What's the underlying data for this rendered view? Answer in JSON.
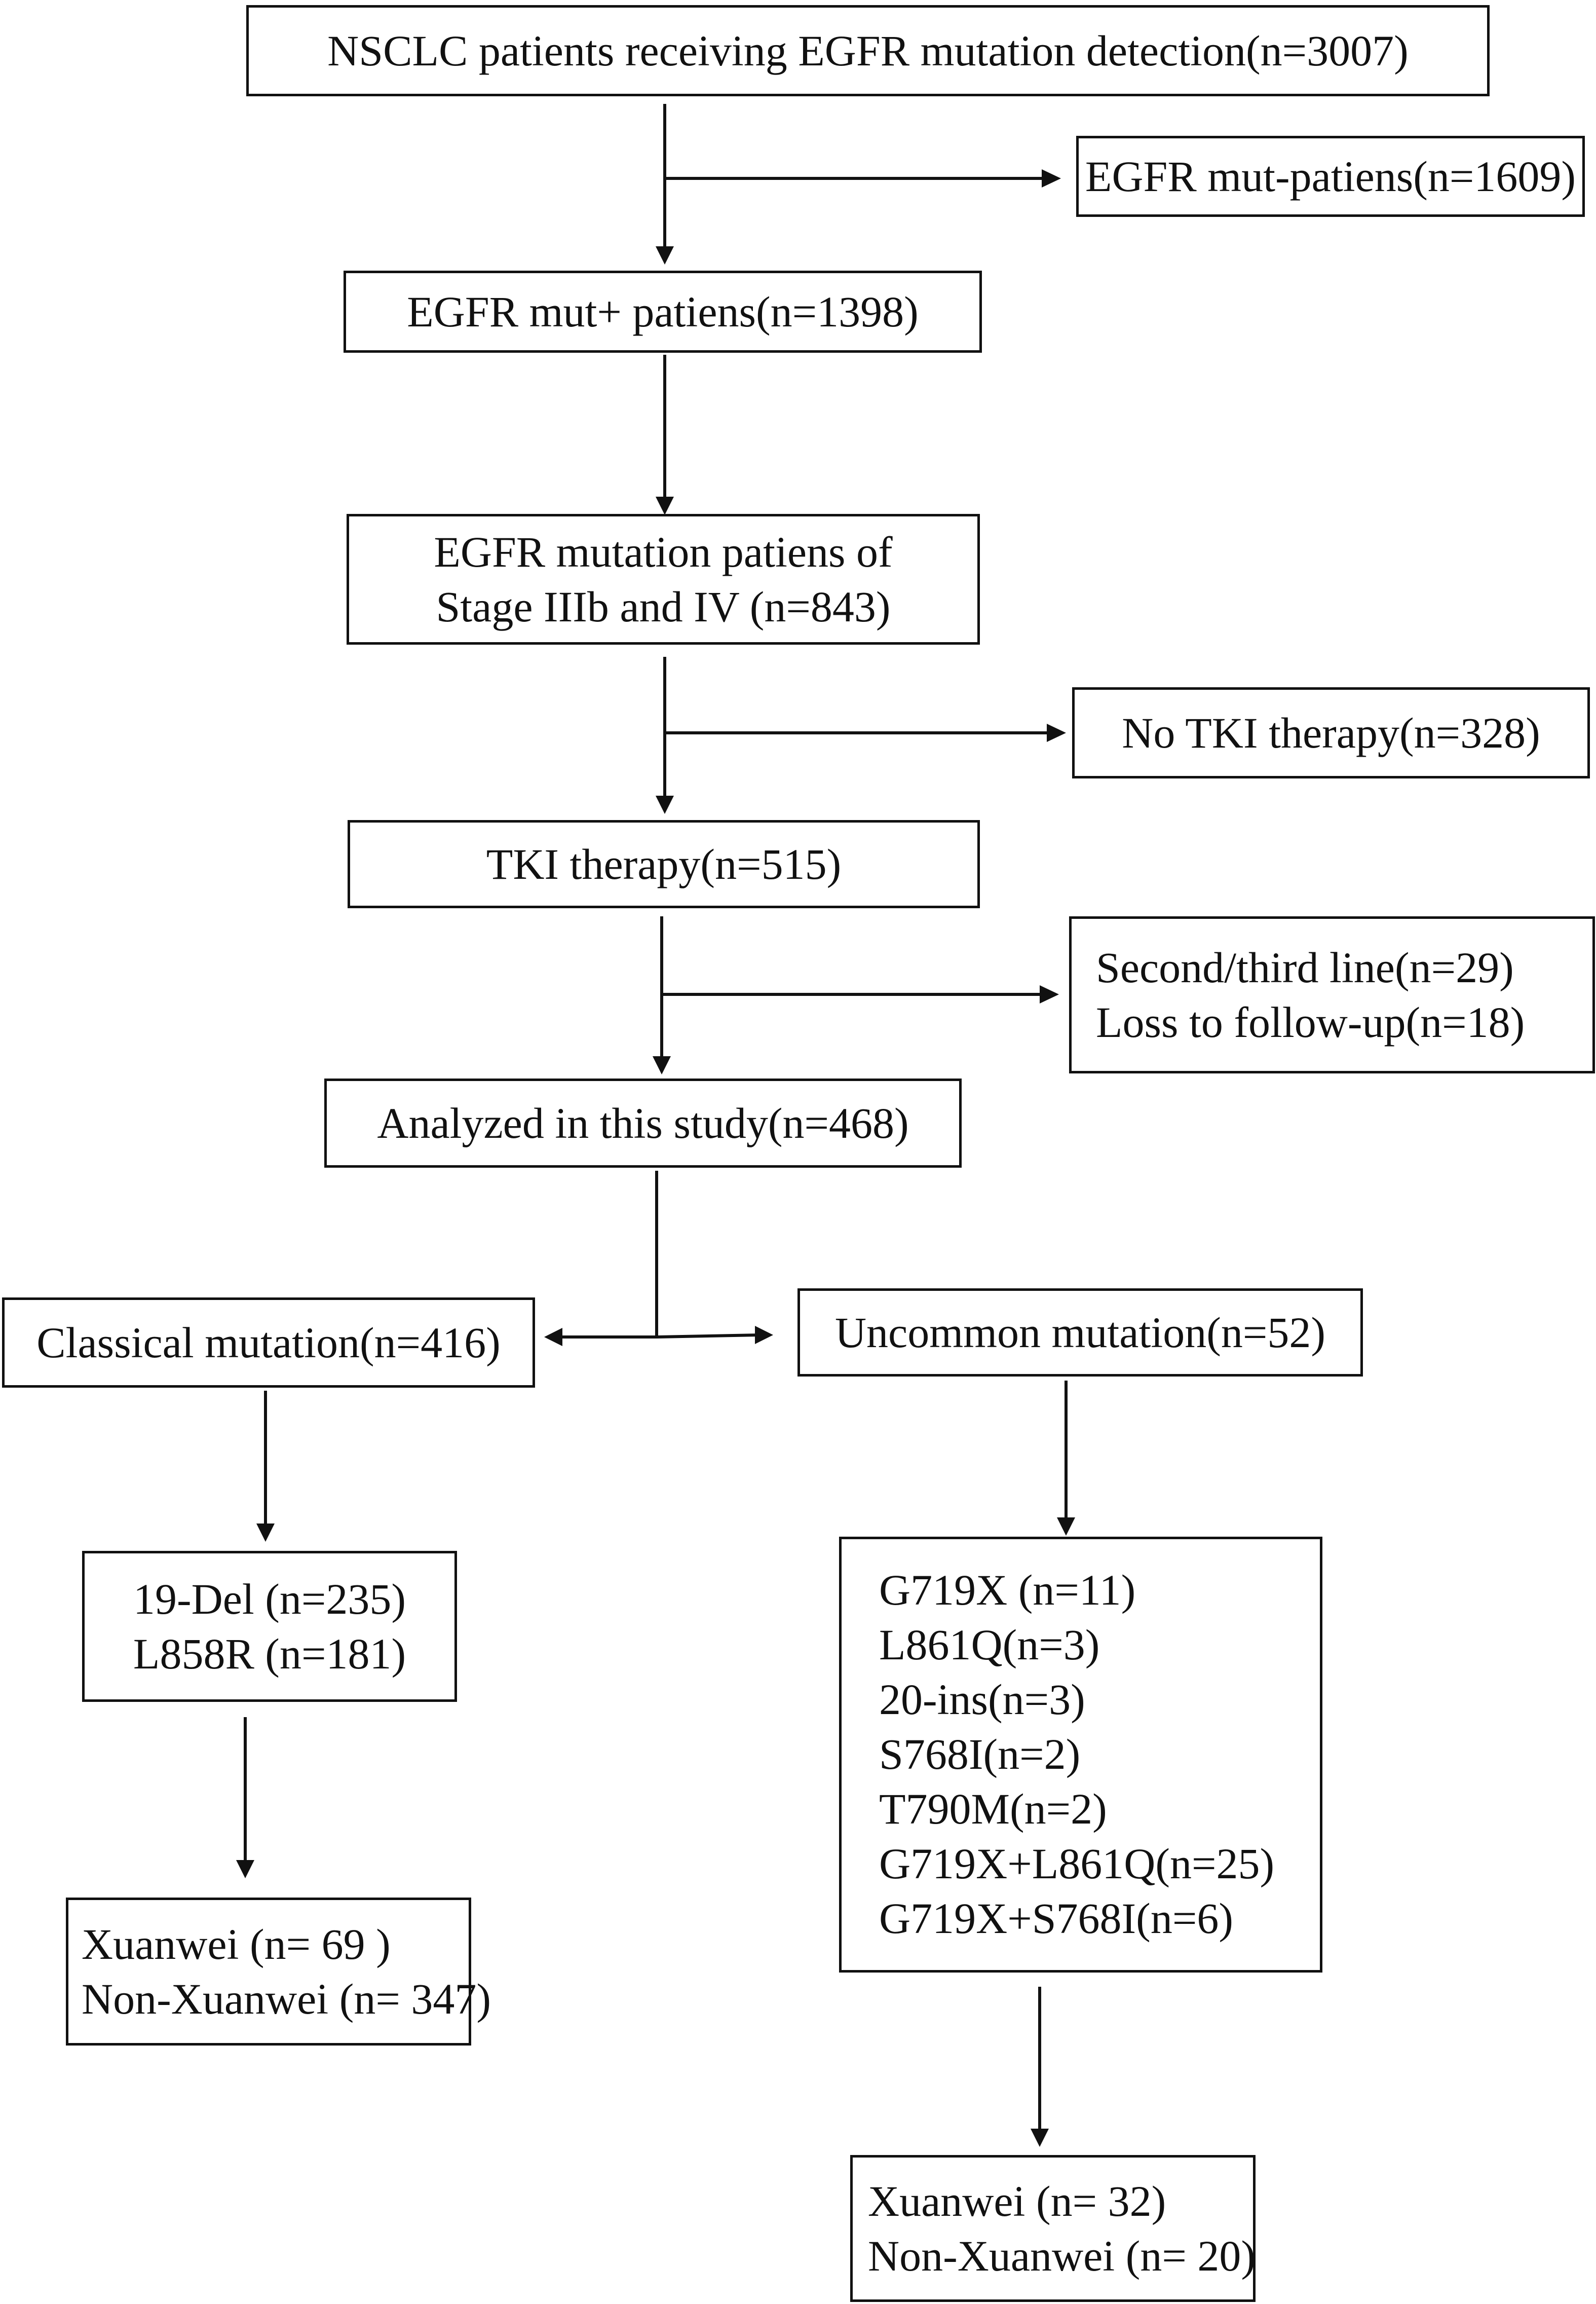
{
  "flow": {
    "screened": "NSCLC patients receiving EGFR mutation detection(n=3007)",
    "egfr_negative": "EGFR mut-patiens(n=1609)",
    "egfr_positive": "EGFR mut+ patiens(n=1398)",
    "stage_line1": "EGFR mutation patiens of",
    "stage_line2": "Stage IIIb and IV (n=843)",
    "no_tki": "No TKI therapy(n=328)",
    "tki": "TKI therapy(n=515)",
    "excluded_line1": "Second/third line(n=29)",
    "excluded_line2": "Loss to follow-up(n=18)",
    "analyzed": "Analyzed in this study(n=468)",
    "classical": "Classical mutation(n=416)",
    "uncommon": "Uncommon mutation(n=52)",
    "classical_types": [
      "19-Del (n=235)",
      "L858R (n=181)"
    ],
    "uncommon_types": [
      "G719X (n=11)",
      "L861Q(n=3)",
      "20-ins(n=3)",
      "S768I(n=2)",
      "T790M(n=2)",
      "G719X+L861Q(n=25)",
      "G719X+S768I(n=6)"
    ],
    "classical_region": [
      "Xuanwei (n= 69 )",
      "Non-Xuanwei (n= 347)"
    ],
    "uncommon_region": [
      "Xuanwei (n= 32)",
      "Non-Xuanwei (n=  20)"
    ]
  }
}
